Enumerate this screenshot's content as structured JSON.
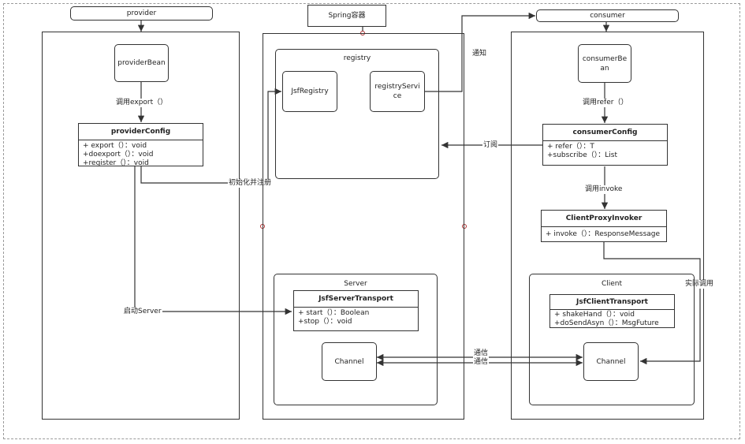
{
  "provider": {
    "header": "provider",
    "provider_bean": "providerBean",
    "call_export": "调用export（）",
    "provider_config": {
      "name": "providerConfig",
      "methods": [
        "+ export（）：void",
        "+doexport（）：void",
        "+register（）：void"
      ]
    },
    "init_register": "初始化并注册",
    "start_server": "启动Server"
  },
  "spring": {
    "header": "Spring容器",
    "registry": {
      "title": "registry",
      "jsf_registry": "JsfRegistry",
      "registry_service": "registryService"
    },
    "server": {
      "title": "Server",
      "transport": {
        "name": "JsfServerTransport",
        "methods": [
          "+ start（）：Boolean",
          "+stop（）：void"
        ]
      },
      "channel": "Channel"
    }
  },
  "consumer": {
    "header": "consumer",
    "consumer_bean": "consumerBean",
    "notify": "通知",
    "call_refer": "调用refer（）",
    "subscribe_label": "订阅",
    "consumer_config": {
      "name": "consumerConfig",
      "methods": [
        "+ refer（）：T",
        "+subscribe（）：List"
      ]
    },
    "call_invoke": "调用invoke",
    "proxy_invoker": {
      "name": "ClientProxyInvoker",
      "methods": [
        "+ invoke（）：ResponseMessage"
      ]
    },
    "actual_call": "实际调用",
    "client": {
      "title": "Client",
      "transport": {
        "name": "JsfClientTransport",
        "methods": [
          "+ shakeHand（）：void",
          "+doSendAsyn（）：MsgFuture"
        ]
      },
      "channel": "Channel"
    },
    "comm_1": "通信",
    "comm_2": "通信"
  },
  "colors": {
    "line": "#333333",
    "connector_dot": "#b03030",
    "frame": "#9a9a9a"
  }
}
